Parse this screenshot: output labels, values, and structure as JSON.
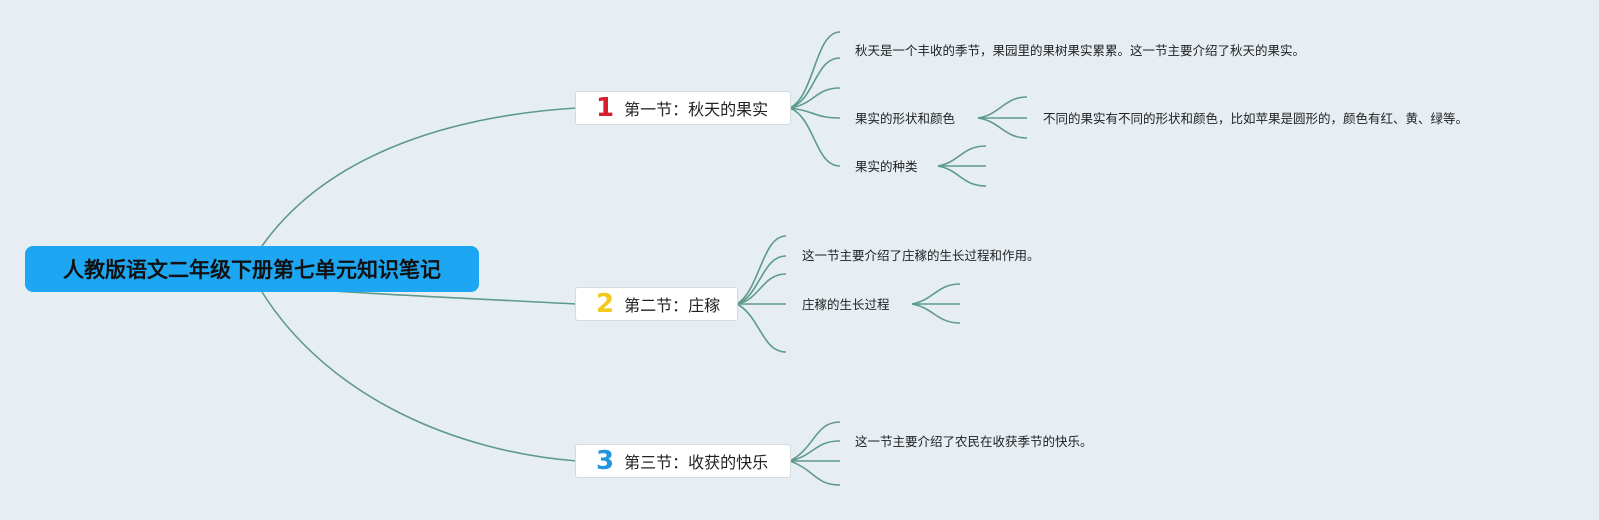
{
  "root": {
    "title": "人教版语文二年级下册第七单元知识笔记"
  },
  "sections": [
    {
      "number": "1",
      "number_color": "#d81e2b",
      "title": "第一节：秋天的果实",
      "items": [
        {
          "text": "秋天是一个丰收的季节，果园里的果树果实累累。这一节主要介绍了秋天的果实。"
        },
        {
          "text": "果实的形状和颜色",
          "children": [
            "不同的果实有不同的形状和颜色，比如苹果是圆形的，颜色有红、黄、绿等。"
          ]
        },
        {
          "text": "果实的种类"
        }
      ]
    },
    {
      "number": "2",
      "number_color": "#f2c91d",
      "title": "第二节：庄稼",
      "items": [
        {
          "text": "这一节主要介绍了庄稼的生长过程和作用。"
        },
        {
          "text": "庄稼的生长过程"
        }
      ]
    },
    {
      "number": "3",
      "number_color": "#2196e0",
      "title": "第三节：收获的快乐",
      "items": [
        {
          "text": "这一节主要介绍了农民在收获季节的快乐。"
        }
      ]
    }
  ],
  "colors": {
    "line": "#5e9a8a",
    "root_bg": "#1da6f2",
    "background": "#e6eef3"
  }
}
